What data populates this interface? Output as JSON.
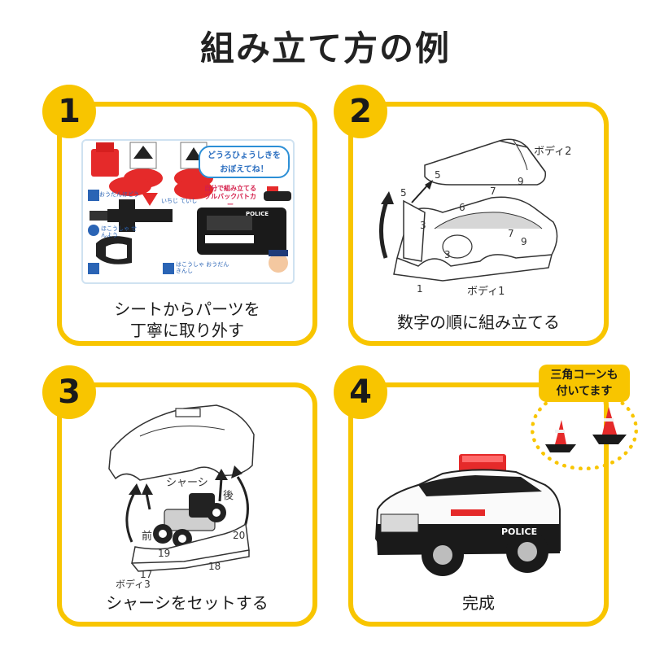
{
  "title": "組み立て方の例",
  "accent_color": "#f8c500",
  "steps": [
    {
      "number": "1",
      "caption_lines": [
        "シートからパーツを",
        "丁寧に取り外す"
      ],
      "sheet": {
        "bubble_line1": "どうろひょうしきを",
        "bubble_line2": "おぼえてね！",
        "product_line1": "自分で組み立てる",
        "product_line2": "プルバックパトカー",
        "sign_labels": [
          "おうだんほどう",
          "ほこうしゃ せんよう",
          "いちじ ていし",
          "はこうしゃ おうだん きんし"
        ],
        "police_text": "POLICE"
      }
    },
    {
      "number": "2",
      "caption_lines": [
        "数字の順に組み立てる"
      ],
      "labels": {
        "body2": "ボディ2",
        "body1": "ボディ1",
        "nums": [
          "5",
          "5",
          "7",
          "9",
          "6",
          "3",
          "7",
          "9",
          "3",
          "1"
        ]
      }
    },
    {
      "number": "3",
      "caption_lines": [
        "シャーシをセットする"
      ],
      "labels": {
        "chassis": "シャーシ",
        "rear": "後",
        "front": "前",
        "body3": "ボディ3",
        "nums": [
          "20",
          "19",
          "18",
          "17"
        ]
      }
    },
    {
      "number": "4",
      "caption_lines": [
        "完成"
      ],
      "cone_tag_line1": "三角コーンも",
      "cone_tag_line2": "付いてます",
      "police_text": "POLICE"
    }
  ]
}
